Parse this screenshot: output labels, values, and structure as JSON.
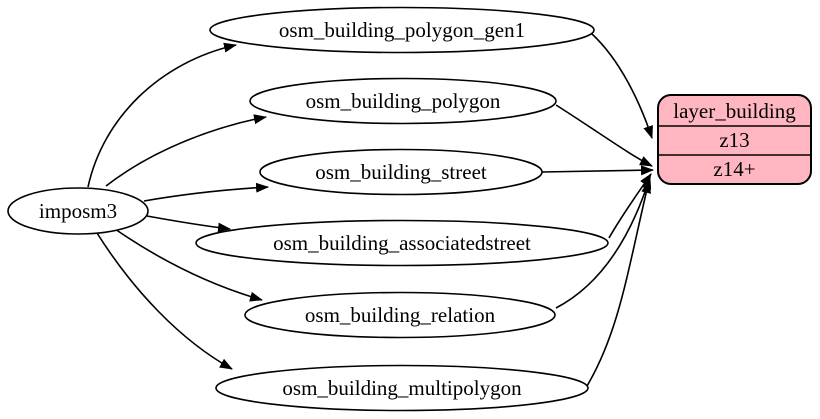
{
  "diagram": {
    "kind": "graphviz-dataflow-graph",
    "direction": "left-to-right",
    "colors": {
      "background": "#ffffff",
      "node_fill": "#ffffff",
      "node_stroke": "#000000",
      "edge": "#000000",
      "record_fill": "#ffb6c1",
      "text": "#000000"
    },
    "source": {
      "id": "imposm3",
      "label": "imposm3",
      "shape": "ellipse"
    },
    "tables": [
      {
        "id": "osm_building_polygon_gen1",
        "label": "osm_building_polygon_gen1",
        "shape": "ellipse"
      },
      {
        "id": "osm_building_polygon",
        "label": "osm_building_polygon",
        "shape": "ellipse"
      },
      {
        "id": "osm_building_street",
        "label": "osm_building_street",
        "shape": "ellipse"
      },
      {
        "id": "osm_building_associatedstreet",
        "label": "osm_building_associatedstreet",
        "shape": "ellipse"
      },
      {
        "id": "osm_building_relation",
        "label": "osm_building_relation",
        "shape": "ellipse"
      },
      {
        "id": "osm_building_multipolygon",
        "label": "osm_building_multipolygon",
        "shape": "ellipse"
      }
    ],
    "layer": {
      "id": "layer_building",
      "title": "layer_building",
      "shape": "rounded-record",
      "rows": [
        {
          "label": "z13"
        },
        {
          "label": "z14+"
        }
      ]
    },
    "edges": [
      {
        "from": "imposm3",
        "to": "osm_building_polygon_gen1"
      },
      {
        "from": "imposm3",
        "to": "osm_building_polygon"
      },
      {
        "from": "imposm3",
        "to": "osm_building_street"
      },
      {
        "from": "imposm3",
        "to": "osm_building_associatedstreet"
      },
      {
        "from": "imposm3",
        "to": "osm_building_relation"
      },
      {
        "from": "imposm3",
        "to": "osm_building_multipolygon"
      },
      {
        "from": "osm_building_polygon_gen1",
        "to": "layer_building:z13"
      },
      {
        "from": "osm_building_polygon",
        "to": "layer_building:z14+"
      },
      {
        "from": "osm_building_street",
        "to": "layer_building:z14+"
      },
      {
        "from": "osm_building_associatedstreet",
        "to": "layer_building:z14+"
      },
      {
        "from": "osm_building_relation",
        "to": "layer_building:z14+"
      },
      {
        "from": "osm_building_multipolygon",
        "to": "layer_building:z14+"
      }
    ]
  }
}
